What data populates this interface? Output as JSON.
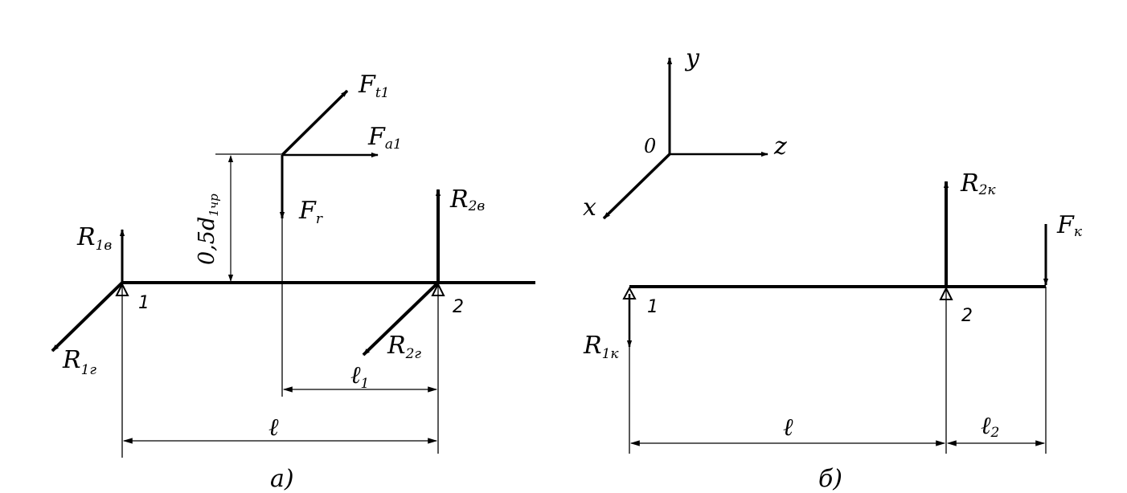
{
  "diagram_a": {
    "caption": "а)",
    "forces": {
      "ft": {
        "main": "F",
        "sub": "t1"
      },
      "fa": {
        "main": "F",
        "sub": "a1"
      },
      "fr": {
        "main": "F",
        "sub": "r"
      },
      "r1v": {
        "main": "R",
        "sub": "1в"
      },
      "r1g": {
        "main": "R",
        "sub": "1г"
      },
      "r2v": {
        "main": "R",
        "sub": "2в"
      },
      "r2g": {
        "main": "R",
        "sub": "2г"
      }
    },
    "supports": {
      "s1": "1",
      "s2": "2"
    },
    "dimensions": {
      "l1": {
        "main": "ℓ",
        "sub": "1"
      },
      "l": "ℓ",
      "d": "0,5d",
      "d_sub": "1чр"
    }
  },
  "diagram_b": {
    "caption": "б)",
    "axes": {
      "y": "y",
      "z": "z",
      "x": "x",
      "origin": "0"
    },
    "forces": {
      "r2k": {
        "main": "R",
        "sub": "2к"
      },
      "fk": {
        "main": "F",
        "sub": "к"
      },
      "r1k": {
        "main": "R",
        "sub": "1к"
      }
    },
    "supports": {
      "s1": "1",
      "s2": "2"
    },
    "dimensions": {
      "l": "ℓ",
      "l2": {
        "main": "ℓ",
        "sub": "2"
      }
    }
  }
}
